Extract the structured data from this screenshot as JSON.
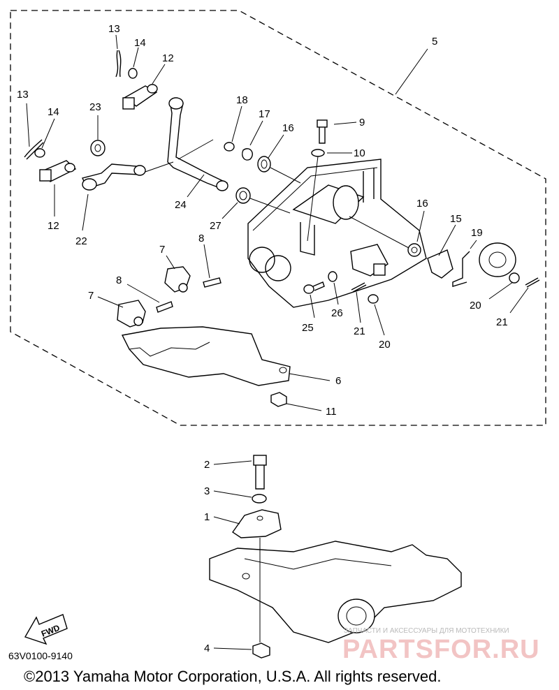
{
  "callouts": {
    "c1": "1",
    "c2": "2",
    "c3": "3",
    "c4": "4",
    "c5": "5",
    "c6": "6",
    "c7a": "7",
    "c7b": "7",
    "c8a": "8",
    "c8b": "8",
    "c9": "9",
    "c10": "10",
    "c11": "11",
    "c12a": "12",
    "c12b": "12",
    "c13a": "13",
    "c13b": "13",
    "c14a": "14",
    "c14b": "14",
    "c15": "15",
    "c16a": "16",
    "c16b": "16",
    "c17": "17",
    "c18": "18",
    "c19": "19",
    "c20a": "20",
    "c20b": "20",
    "c21a": "21",
    "c21b": "21",
    "c22": "22",
    "c23": "23",
    "c24": "24",
    "c25": "25",
    "c26": "26",
    "c27": "27"
  },
  "fwd_label": "FWD",
  "diagram_code": "63V0100-9140",
  "copyright": "©2013 Yamaha Motor Corporation, U.S.A. All rights reserved.",
  "watermark": {
    "tagline": "ЗАПЧАСТИ И АКСЕССУАРЫ ДЛЯ МОТОТЕХНИКИ",
    "brand": "PARTSFOR.RU"
  }
}
